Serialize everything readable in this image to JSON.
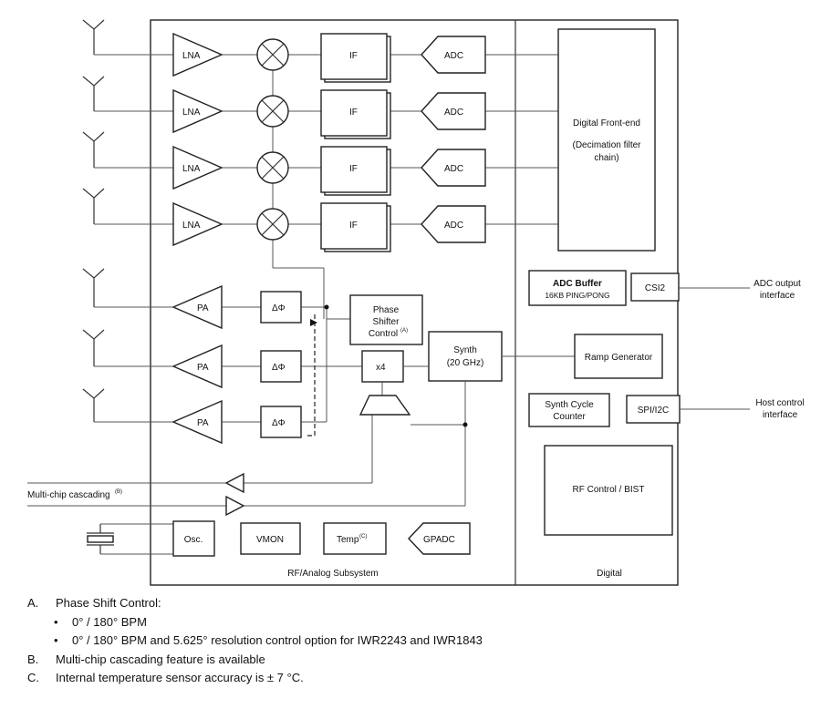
{
  "diagram": {
    "lna_label": "LNA",
    "if_label": "IF",
    "adc_label": "ADC",
    "pa_label": "PA",
    "phase_label": "ΔΦ",
    "phase_shifter_line1": "Phase",
    "phase_shifter_line2": "Shifter",
    "phase_shifter_line3": "Control",
    "phase_shifter_sup": "(A)",
    "x4_label": "x4",
    "synth_line1": "Synth",
    "synth_line2": "(20 GHz)",
    "dfe_line1": "Digital Front-end",
    "dfe_line2": "(Decimation filter",
    "dfe_line3": "chain)",
    "adc_buffer_title": "ADC Buffer",
    "adc_buffer_sub": "16KB PING/PONG",
    "csi2_label": "CSI2",
    "adc_output_line1": "ADC output",
    "adc_output_line2": "interface",
    "ramp_label": "Ramp Generator",
    "synth_cycle_line1": "Synth Cycle",
    "synth_cycle_line2": "Counter",
    "spi_label": "SPI/I2C",
    "host_line1": "Host control",
    "host_line2": "interface",
    "rf_control_label": "RF Control / BIST",
    "multichip_label": "Multi-chip cascading",
    "multichip_sup": "(B)",
    "osc_label": "Osc.",
    "vmon_label": "VMON",
    "temp_label": "Temp",
    "temp_sup": "(C)",
    "gpadc_label": "GPADC",
    "rf_subsystem_label": "RF/Analog Subsystem",
    "digital_label": "Digital"
  },
  "notes": {
    "a_key": "A.",
    "a_text": "Phase Shift Control:",
    "a_bullet": "•",
    "a_sub1": "0° / 180° BPM",
    "a_sub2": "0° / 180° BPM and 5.625° resolution control option for IWR2243 and IWR1843",
    "b_key": "B.",
    "b_text": "Multi-chip cascading feature is available",
    "c_key": "C.",
    "c_text": "Internal temperature sensor accuracy is ± 7 °C."
  }
}
